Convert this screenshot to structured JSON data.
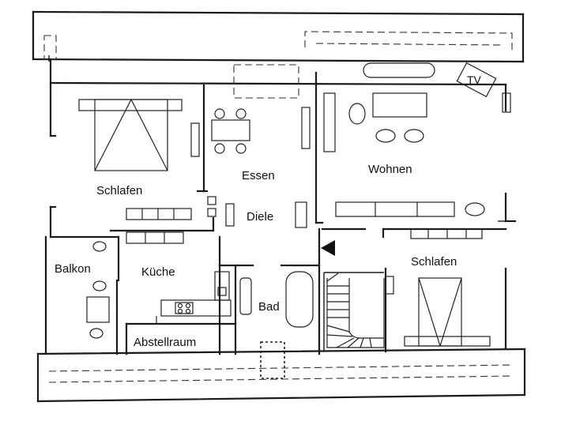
{
  "rooms": {
    "schlafen_left": "Schlafen",
    "essen": "Essen",
    "wohnen": "Wohnen",
    "diele": "Diele",
    "balkon": "Balkon",
    "kueche": "Küche",
    "bad": "Bad",
    "abstellraum": "Abstellraum",
    "schlafen_right": "Schlafen"
  },
  "fixtures": {
    "tv": "TV"
  }
}
